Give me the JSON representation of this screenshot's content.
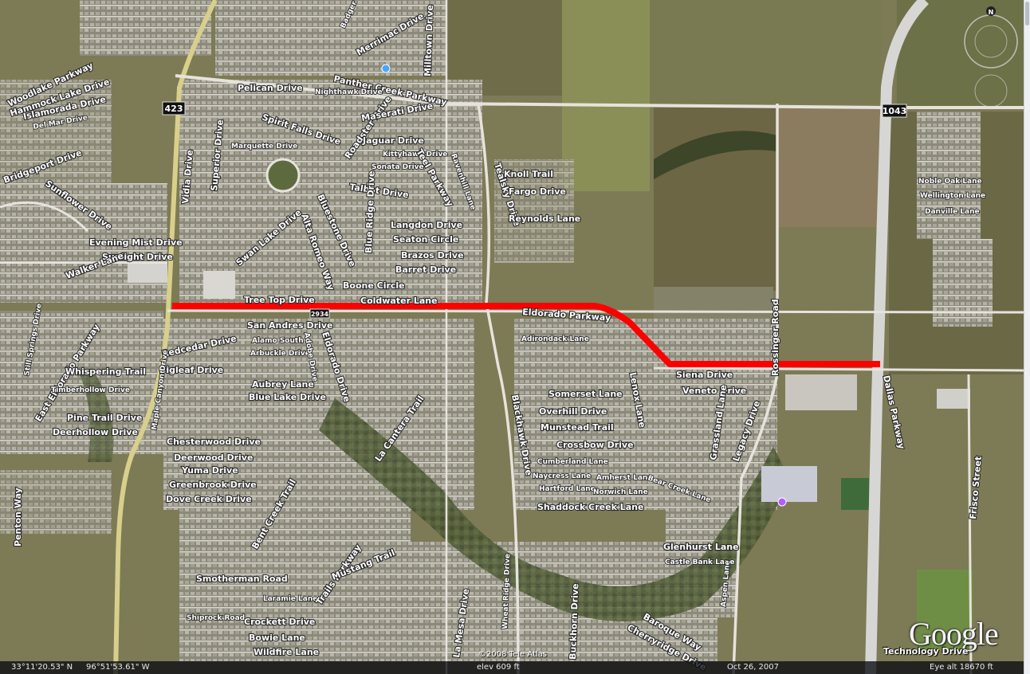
{
  "map": {
    "route_color": "#ff0000",
    "highway_shields": [
      "423",
      "2934",
      "1043"
    ],
    "compass_label": "N",
    "street_labels": [
      "Woodlake Parkway",
      "Hammock Lake Drive",
      "Islamorada Drive",
      "Del Mar Drive",
      "Badger Creek Drive",
      "Merrimac Drive",
      "Milltown Drive",
      "Panther Creek Parkway",
      "Pelican Drive",
      "Nighthawk Drive",
      "Spirit Falls Drive",
      "Marquette Drive",
      "Superior Drive",
      "Vidia Drive",
      "Roadster Drive",
      "Maserati Drive",
      "Jaguar Drive",
      "Kittyhawk Drive",
      "Sonata Drive",
      "Teel Parkway",
      "Ravenhill Lane",
      "Tealsky Drive",
      "Knoll Trail",
      "Fargo Drive",
      "Reynolds Lane",
      "Talbot Drive",
      "Langdon Drive",
      "Seaton Circle",
      "Brazos Drive",
      "Barret Drive",
      "Boone Circle",
      "Coldwater Lane",
      "Blue Ridge Drive",
      "Bluestone Drive",
      "Alta Romeo Way",
      "Swan Lake Drive",
      "Sunflower Drive",
      "Bridgeport Drive",
      "Evening Mist Drive",
      "Sunlight Drive",
      "Walker Lane",
      "Tree Top Drive",
      "San Andres Drive",
      "Alamo South",
      "Arbuckle Drive",
      "Adobe Drive",
      "Eldorado Drive",
      "Eldorado Parkway",
      "Adirondack Lane",
      "Still Springs Drive",
      "East Eldorado Parkway",
      "Whispering Trail",
      "Timberhollow Drive",
      "Redcedar Drive",
      "Bigleaf Drive",
      "Aubrey Lane",
      "Blue Lake Drive",
      "Pine Trail Drive",
      "Deerhollow Drive",
      "Maple Canyon Drive",
      "Chesterwood Drive",
      "Deerwood Drive",
      "Yuma Drive",
      "Greenbrook Drive",
      "Dove Creek Drive",
      "Penton Way",
      "La Cantera Trail",
      "Blackhawk Drive",
      "Lenox Lane",
      "Siena Drive",
      "Veneto Drive",
      "Somerset Lane",
      "Overhill Drive",
      "Munstead Trail",
      "Crossbow Drive",
      "Cumberland Lane",
      "Naycress Lane",
      "Amherst Lane",
      "Hartford Lane",
      "Norwich Lane",
      "Bear Creek Lane",
      "Shaddock Creek Lane",
      "Grassland Lane",
      "Legacy Drive",
      "Rossinger Road",
      "Dallas Parkway",
      "Noble Oak Lane",
      "Wellington Lane",
      "Danville Lane",
      "Frisco Street",
      "Glenhurst Lane",
      "Castle Bank Lane",
      "Aspen Lane",
      "Smotherman Road",
      "Bent Creek Trail",
      "Laramie Lane",
      "Trails Parkway",
      "Mustang Trail",
      "Crockett Drive",
      "Shiprock Road",
      "Bowie Lane",
      "Wildfire Lane",
      "Buckhorn Drive",
      "Baroque Way",
      "Cherryridge Drive",
      "La Mesa Drive",
      "Wheat Ridge Drive",
      "Technology Drive"
    ]
  },
  "status": {
    "latitude": "33°11'20.53\" N",
    "longitude": "96°51'53.61\" W",
    "elevation": "elev   609 ft",
    "date": "Oct 26, 2007",
    "eye_alt": "Eye alt   18670 ft"
  },
  "copyright": "©2008 Tele Atlas",
  "logo": "Google",
  "colors": {
    "route": "#ff0000",
    "terrain": "#7d7a56",
    "street": "#e6e3dc"
  }
}
